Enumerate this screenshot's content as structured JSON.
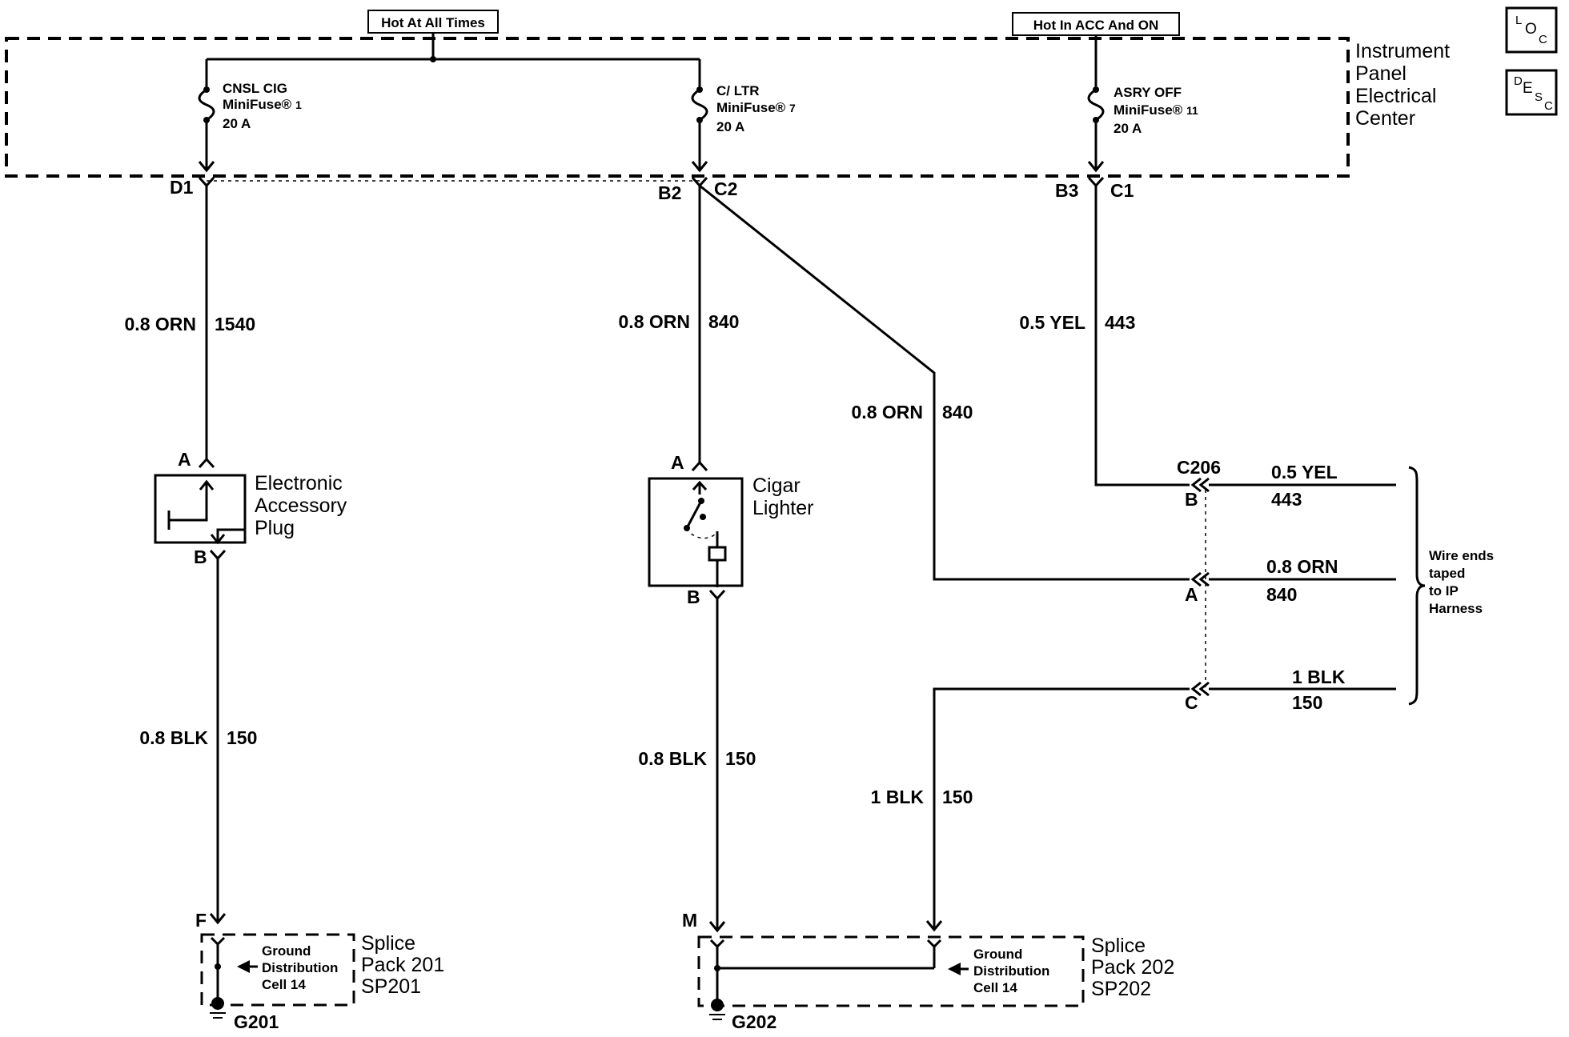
{
  "hot_labels": {
    "left": "Hot At All Times",
    "right": "Hot In ACC And ON"
  },
  "panel": {
    "line1": "Instrument",
    "line2": "Panel",
    "line3": "Electrical",
    "line4": "Center"
  },
  "buttons": {
    "loc": {
      "a": "L",
      "b": "O",
      "c": "C"
    },
    "desc": {
      "a": "D",
      "b": "E",
      "c": "S",
      "d": "C"
    }
  },
  "fuses": [
    {
      "name": "CNSL CIG",
      "type": "MiniFuse®",
      "num": "1",
      "rating": "20 A"
    },
    {
      "name": "C/ LTR",
      "type": "MiniFuse®",
      "num": "7",
      "rating": "20 A"
    },
    {
      "name": "ASRY OFF",
      "type": "MiniFuse®",
      "num": "11",
      "rating": "20 A"
    }
  ],
  "pins": {
    "d1": "D1",
    "b2": "B2",
    "c2": "C2",
    "b3": "B3",
    "c1": "C1",
    "eap_a": "A",
    "eap_b": "B",
    "cig_a": "A",
    "cig_b": "B",
    "c206_b": "B",
    "c206_a": "A",
    "c206_c": "C",
    "f": "F",
    "m": "M"
  },
  "connector": "C206",
  "wires": {
    "w1": {
      "spec": "0.8 ORN",
      "circuit": "1540"
    },
    "w2": {
      "spec": "0.8 ORN",
      "circuit": "840"
    },
    "w3": {
      "spec": "0.8 ORN",
      "circuit": "840"
    },
    "w4": {
      "spec": "0.5 YEL",
      "circuit": "443"
    },
    "w5": {
      "spec": "0.8 BLK",
      "circuit": "150"
    },
    "w6": {
      "spec": "0.8 BLK",
      "circuit": "150"
    },
    "w7": {
      "spec": "1 BLK",
      "circuit": "150"
    },
    "e1": {
      "spec": "0.5 YEL",
      "circuit": "443"
    },
    "e2": {
      "spec": "0.8 ORN",
      "circuit": "840"
    },
    "e3": {
      "spec": "1 BLK",
      "circuit": "150"
    }
  },
  "components": {
    "eap": {
      "line1": "Electronic",
      "line2": "Accessory",
      "line3": "Plug"
    },
    "cig": {
      "line1": "Cigar",
      "line2": "Lighter"
    }
  },
  "taped_note": {
    "line1": "Wire ends",
    "line2": "taped",
    "line3": "to IP",
    "line4": "Harness"
  },
  "splices": [
    {
      "line1": "Splice",
      "line2": "Pack 201",
      "line3": "SP201",
      "cell1": "Ground",
      "cell2": "Distribution",
      "cell3": "Cell 14",
      "ground": "G201"
    },
    {
      "line1": "Splice",
      "line2": "Pack 202",
      "line3": "SP202",
      "cell1": "Ground",
      "cell2": "Distribution",
      "cell3": "Cell 14",
      "ground": "G202"
    }
  ]
}
